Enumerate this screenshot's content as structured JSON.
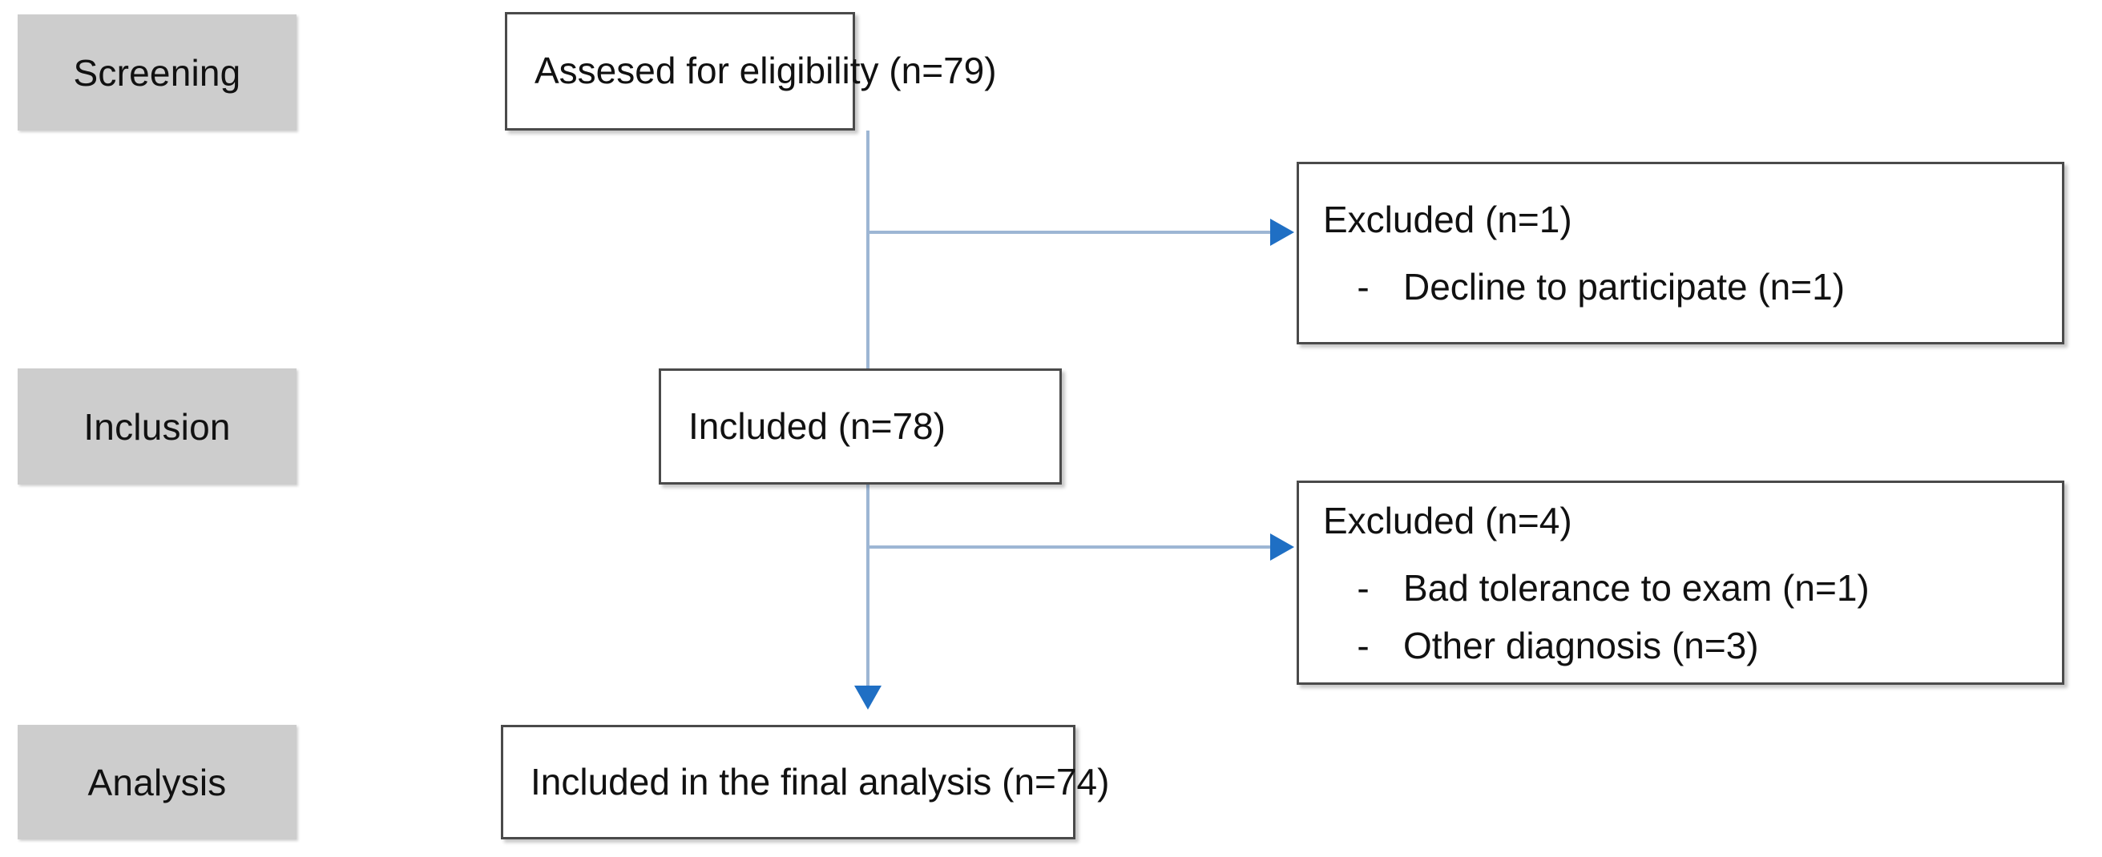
{
  "diagram": {
    "type": "consort-participant-flow",
    "stages": [
      {
        "id": "screening",
        "label": "Screening"
      },
      {
        "id": "inclusion",
        "label": "Inclusion"
      },
      {
        "id": "analysis",
        "label": "Analysis"
      }
    ],
    "flow_boxes": [
      {
        "id": "assessed",
        "text": "Assesed for eligibility (n=79)",
        "n": 79
      },
      {
        "id": "included",
        "text": "Included (n=78)",
        "n": 78
      },
      {
        "id": "final",
        "text": "Included in the final analysis (n=74)",
        "n": 74
      }
    ],
    "exclusions": [
      {
        "id": "excluded-1",
        "heading": "Excluded (n=1)",
        "n": 1,
        "reasons": [
          {
            "bullet": "-",
            "text": "Decline to participate (n=1)",
            "n": 1
          }
        ]
      },
      {
        "id": "excluded-2",
        "heading": "Excluded (n=4)",
        "n": 4,
        "reasons": [
          {
            "bullet": "-",
            "text": "Bad tolerance to exam (n=1)",
            "n": 1
          },
          {
            "bullet": "-",
            "text": "Other diagnosis (n=3)",
            "n": 3
          }
        ]
      }
    ],
    "colors": {
      "stage_label_fill": "#CDCDCD",
      "box_border": "#4A4A4A",
      "box_fill": "#FFFFFF",
      "connector_line": "#9DB6D4",
      "arrow_head": "#1F6FC4",
      "text": "#111111"
    }
  }
}
